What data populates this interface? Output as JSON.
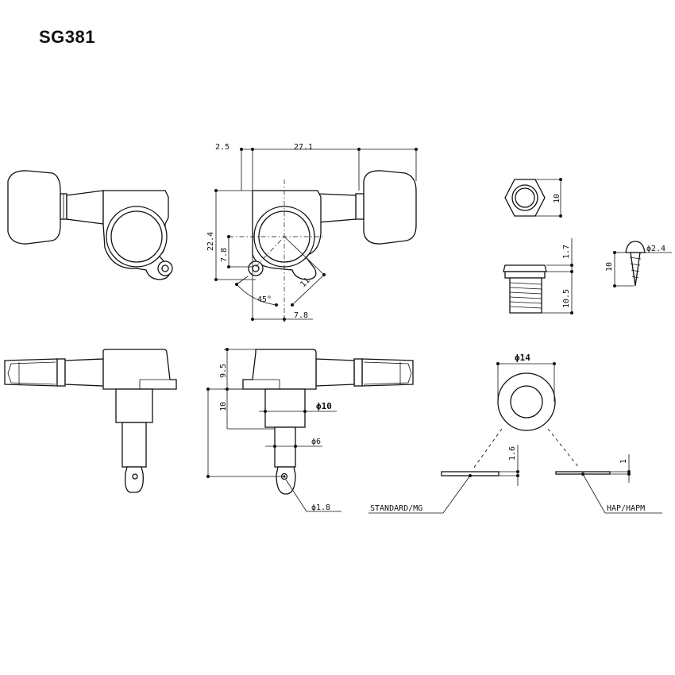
{
  "title": "SG381",
  "dimensions": {
    "top_offset": "2.5",
    "total_length": "27.1",
    "bushing_height": "10",
    "height_total": "22.4",
    "hole_offset": "7.8",
    "diag_radius": "11",
    "angle": "45°",
    "hole_horizontal": "7.8",
    "washer_top": "1.7",
    "thread_length": "10.5",
    "screw_length": "10",
    "screw_dia": "ϕ2.4",
    "housing_height": "9.5",
    "shaft_length": "10",
    "shaft_dia10": "ϕ10",
    "shaft_dia6": "ϕ6",
    "pin_hole": "ϕ1.8",
    "washer_dia": "ϕ14",
    "standard_thk": "1.6",
    "hap_thk": "1"
  },
  "labels": {
    "standard": "STANDARD/MG",
    "hap": "HAP/HAPM"
  }
}
